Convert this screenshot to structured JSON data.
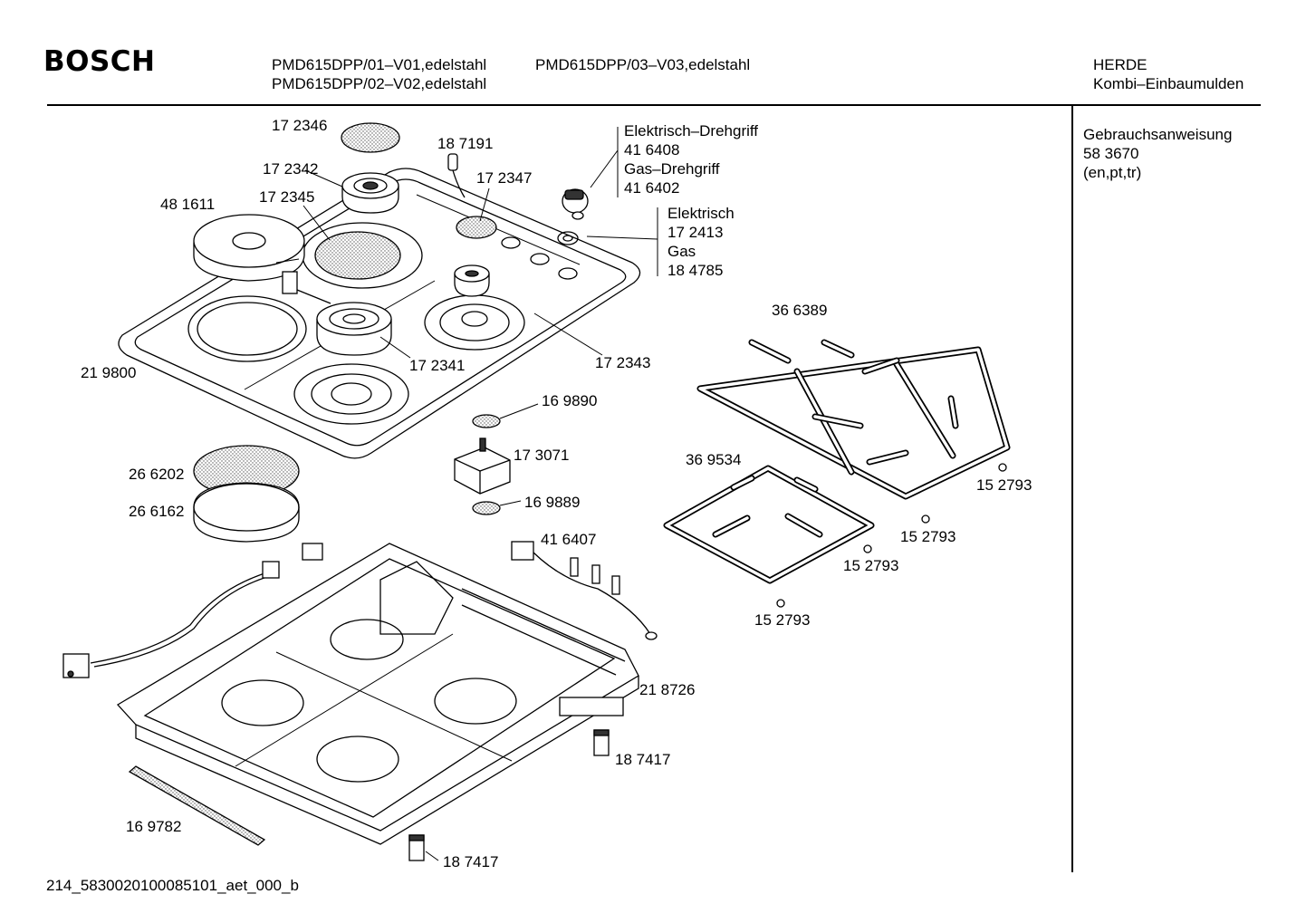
{
  "header": {
    "brand": "BOSCH",
    "models": [
      "PMD615DPP/01–V01,edelstahl",
      "PMD615DPP/02–V02,edelstahl",
      "PMD615DPP/03–V03,edelstahl"
    ],
    "category": "HERDE",
    "subcategory": "Kombi–Einbaumulden"
  },
  "side_panel": {
    "title": "Gebrauchsanweisung",
    "part": "58 3670",
    "langs": "(en,pt,tr)"
  },
  "labels": {
    "p172346": "17 2346",
    "p187191": "18 7191",
    "p172342": "17 2342",
    "p172347": "17 2347",
    "p481611": "48 1611",
    "p172345": "17 2345",
    "knob_e_title": "Elektrisch–Drehgriff",
    "knob_e_part": "41 6408",
    "knob_g_title": "Gas–Drehgriff",
    "knob_g_part": "41 6402",
    "ring_e_title": "Elektrisch",
    "ring_e_part": "17 2413",
    "ring_g_title": "Gas",
    "ring_g_part": "18 4785",
    "p172341": "17 2341",
    "p172343": "17 2343",
    "p219800": "21 9800",
    "p366389": "36 6389",
    "p169890": "16 9890",
    "p173071": "17 3071",
    "p369534": "36 9534",
    "p152793a": "15 2793",
    "p152793b": "15 2793",
    "p152793c": "15 2793",
    "p152793d": "15 2793",
    "p266202": "26 6202",
    "p266162": "26 6162",
    "p169889": "16 9889",
    "p416407": "41 6407",
    "p218726": "21 8726",
    "p187417a": "18 7417",
    "p187417b": "18 7417",
    "p169782": "16 9782"
  },
  "footer": {
    "code": "214_5830020100085101_aet_000_b"
  }
}
